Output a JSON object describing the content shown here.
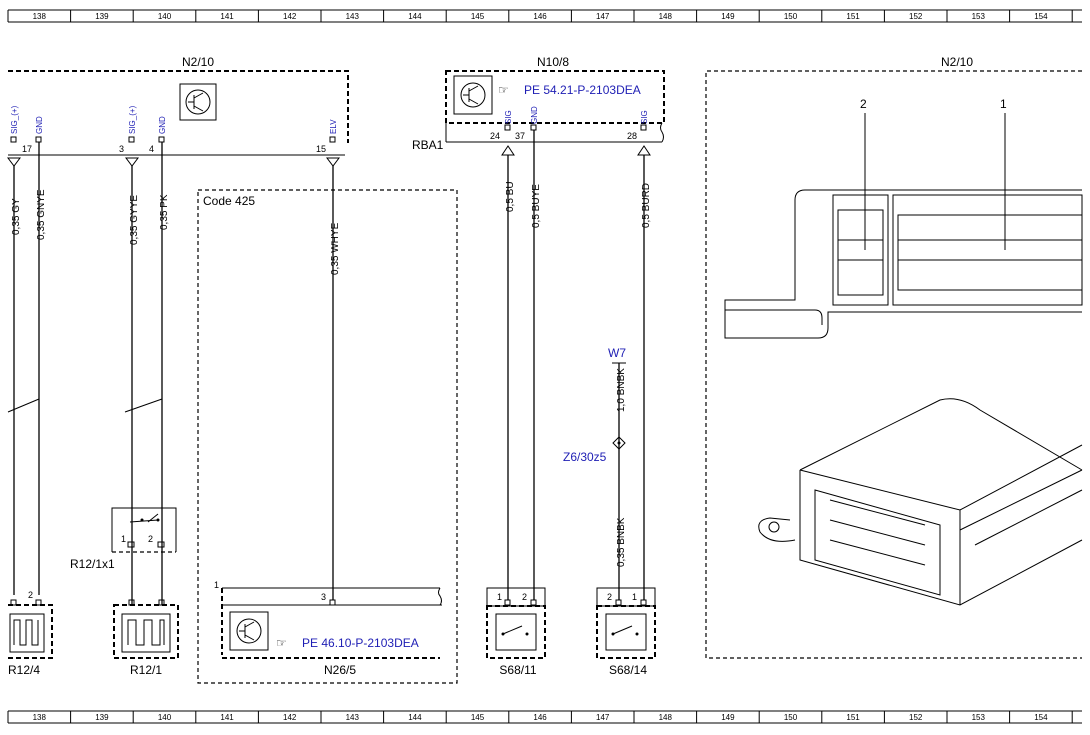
{
  "ruler": {
    "top": [
      "138",
      "139",
      "140",
      "141",
      "142",
      "143",
      "144",
      "145",
      "146",
      "147",
      "148",
      "149",
      "150",
      "151",
      "152",
      "153",
      "154"
    ],
    "bottom": [
      "138",
      "139",
      "140",
      "141",
      "142",
      "143",
      "144",
      "145",
      "146",
      "147",
      "148",
      "149",
      "150",
      "151",
      "152",
      "153",
      "154"
    ]
  },
  "components": {
    "n2_10_left": "N2/10",
    "n10_8": "N10/8",
    "n2_10_right": "N2/10",
    "n26_5": "N26/5",
    "r12_4": "R12/4",
    "r12_1": "R12/1",
    "r12_1x1": "R12/1x1",
    "s68_11": "S68/11",
    "s68_14": "S68/14",
    "w7": "W7",
    "z6_30z5": "Z6/30z5",
    "rba1": "RBA1",
    "code425": "Code 425"
  },
  "references": {
    "n10_8": "PE 54.21-P-2103DEA",
    "n26_5": "PE 46.10-P-2103DEA"
  },
  "n2_10_pins": [
    {
      "label": "SIG_(+)",
      "num": "17"
    },
    {
      "label": "GND",
      "num": ""
    },
    {
      "label": "SIG_(+)",
      "num": "3"
    },
    {
      "label": "GND",
      "num": "4"
    },
    {
      "label": "ELV",
      "num": "15"
    }
  ],
  "n10_8_pins": [
    {
      "label": "SIG",
      "num": "24"
    },
    {
      "label": "GND",
      "num": "37"
    },
    {
      "label": "SIG",
      "num": "28"
    }
  ],
  "wires": {
    "w1": "0,35 GY",
    "w2": "0,35 GNYE",
    "w3": "0,35 GYYE",
    "w4": "0,35 PK",
    "w5": "0,35 WHYE",
    "w6": "0,5 BU",
    "w7": "0,5 BUYE",
    "w8": "0,5 BURD",
    "w9": "1,0 BNBK",
    "w10": "0,35 BNBK"
  },
  "pin_numbers": {
    "r12_4_p2": "2",
    "r12_1x1_p1": "1",
    "r12_1x1_p2": "2",
    "n26_5_p1": "1",
    "n26_5_p3": "3",
    "s68_11_p1": "1",
    "s68_11_p2": "2",
    "s68_14_p2": "2",
    "s68_14_p1": "1"
  },
  "illustration_callouts": {
    "c2": "2",
    "c1": "1"
  }
}
